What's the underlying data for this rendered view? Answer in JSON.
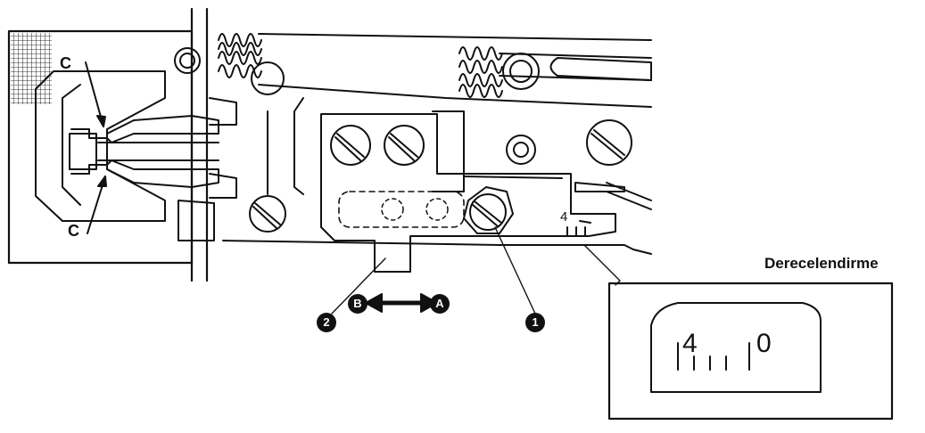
{
  "labels": {
    "c_top": "C",
    "c_bottom": "C",
    "graduation": "Derecelendirme",
    "part_1": "1",
    "part_2": "2",
    "dir_a": "A",
    "dir_b": "B"
  },
  "scale": {
    "left_mark": "4",
    "right_mark": "0"
  },
  "colors": {
    "ink": "#111111",
    "background": "#ffffff",
    "hatch": "#333333"
  }
}
